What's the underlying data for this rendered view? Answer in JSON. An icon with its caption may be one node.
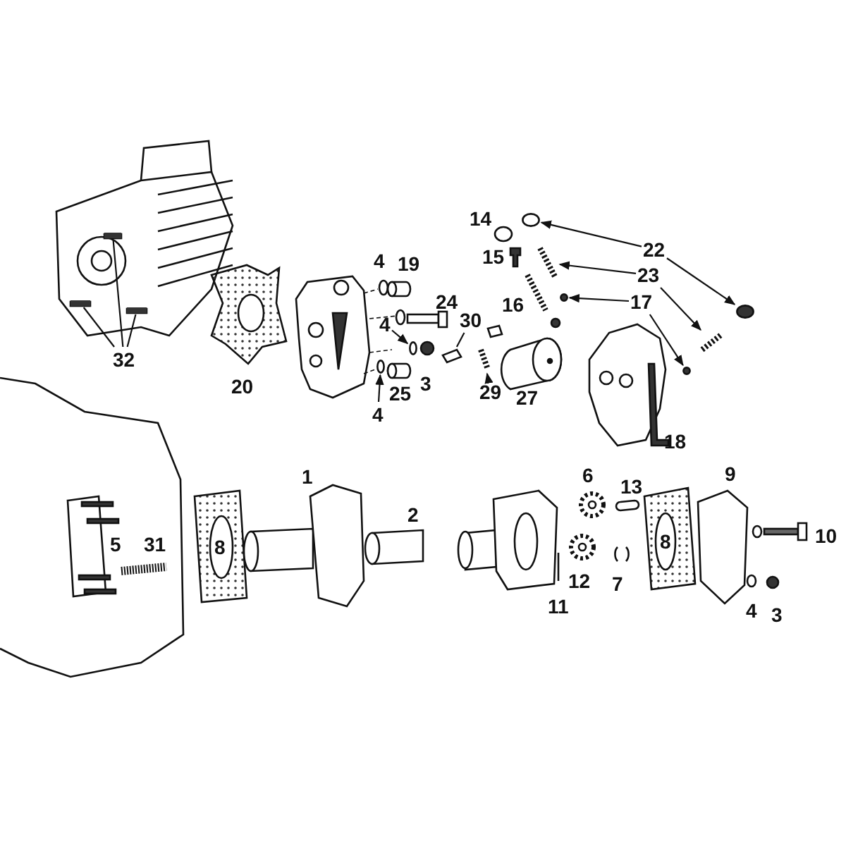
{
  "diagram": {
    "nodes": [
      {
        "text": [
          "14"
        ]
      },
      {
        "text": [
          "22"
        ]
      },
      {
        "text": [
          "15"
        ]
      },
      {
        "text": [
          "23"
        ]
      },
      {
        "text": [
          "16"
        ]
      },
      {
        "text": [
          "17"
        ]
      },
      {
        "text": [
          "4"
        ]
      },
      {
        "text": [
          "19"
        ]
      },
      {
        "text": [
          "24"
        ]
      },
      {
        "text": [
          "4"
        ]
      },
      {
        "text": [
          "30"
        ]
      },
      {
        "text": [
          "3"
        ]
      },
      {
        "text": [
          "25"
        ]
      },
      {
        "text": [
          "4"
        ]
      },
      {
        "text": [
          "29"
        ]
      },
      {
        "text": [
          "27"
        ]
      },
      {
        "text": [
          "32"
        ]
      },
      {
        "text": [
          "20"
        ]
      },
      {
        "text": [
          "18"
        ]
      },
      {
        "text": [
          "1"
        ]
      },
      {
        "text": [
          "2"
        ]
      },
      {
        "text": [
          "6"
        ]
      },
      {
        "text": [
          "13"
        ]
      },
      {
        "text": [
          "9"
        ]
      },
      {
        "text": [
          "5"
        ]
      },
      {
        "text": [
          "31"
        ]
      },
      {
        "text": [
          "8"
        ]
      },
      {
        "text": [
          "8"
        ]
      },
      {
        "text": [
          "10"
        ]
      },
      {
        "text": [
          "12"
        ]
      },
      {
        "text": [
          "7"
        ]
      },
      {
        "text": [
          "11"
        ]
      },
      {
        "text": [
          "4"
        ]
      },
      {
        "text": [
          "3"
        ]
      },
      {
        "text": [],
        "shape": "circle"
      },
      {
        "text": [],
        "shape": "circle"
      },
      {
        "text": [],
        "shape": "spring"
      },
      {
        "text": [],
        "shape": "spring"
      },
      {
        "text": [],
        "shape": "circle"
      },
      {
        "text": [],
        "shape": "circle"
      },
      {
        "text": [],
        "shape": "washer"
      },
      {
        "text": [],
        "shape": "picture"
      },
      {
        "text": [],
        "shape": "washer"
      },
      {
        "text": [],
        "shape": "spring"
      },
      {
        "text": [],
        "shape": "bar"
      },
      {
        "text": [],
        "shape": "bar"
      },
      {
        "text": [],
        "shape": "bar"
      }
    ],
    "edges": [
      {
        "from": 1,
        "to": 34,
        "arrow": "to"
      },
      {
        "from": 1,
        "to": 35,
        "arrow": "to"
      },
      {
        "from": 3,
        "to": 36,
        "arrow": "to"
      },
      {
        "from": 3,
        "to": 37,
        "arrow": "to"
      },
      {
        "from": 5,
        "to": 38,
        "arrow": "to"
      },
      {
        "from": 5,
        "to": 39,
        "arrow": "to"
      },
      {
        "from": 9,
        "to": 40,
        "arrow": "to"
      },
      {
        "from": 10,
        "to": 41,
        "arrow": "none"
      },
      {
        "from": 13,
        "to": 42,
        "arrow": "to"
      },
      {
        "from": 14,
        "to": 43,
        "arrow": "to"
      },
      {
        "from": 16,
        "to": 44,
        "arrow": "none"
      },
      {
        "from": 16,
        "to": 45,
        "arrow": "none"
      },
      {
        "from": 16,
        "to": 46,
        "arrow": "none"
      }
    ]
  }
}
